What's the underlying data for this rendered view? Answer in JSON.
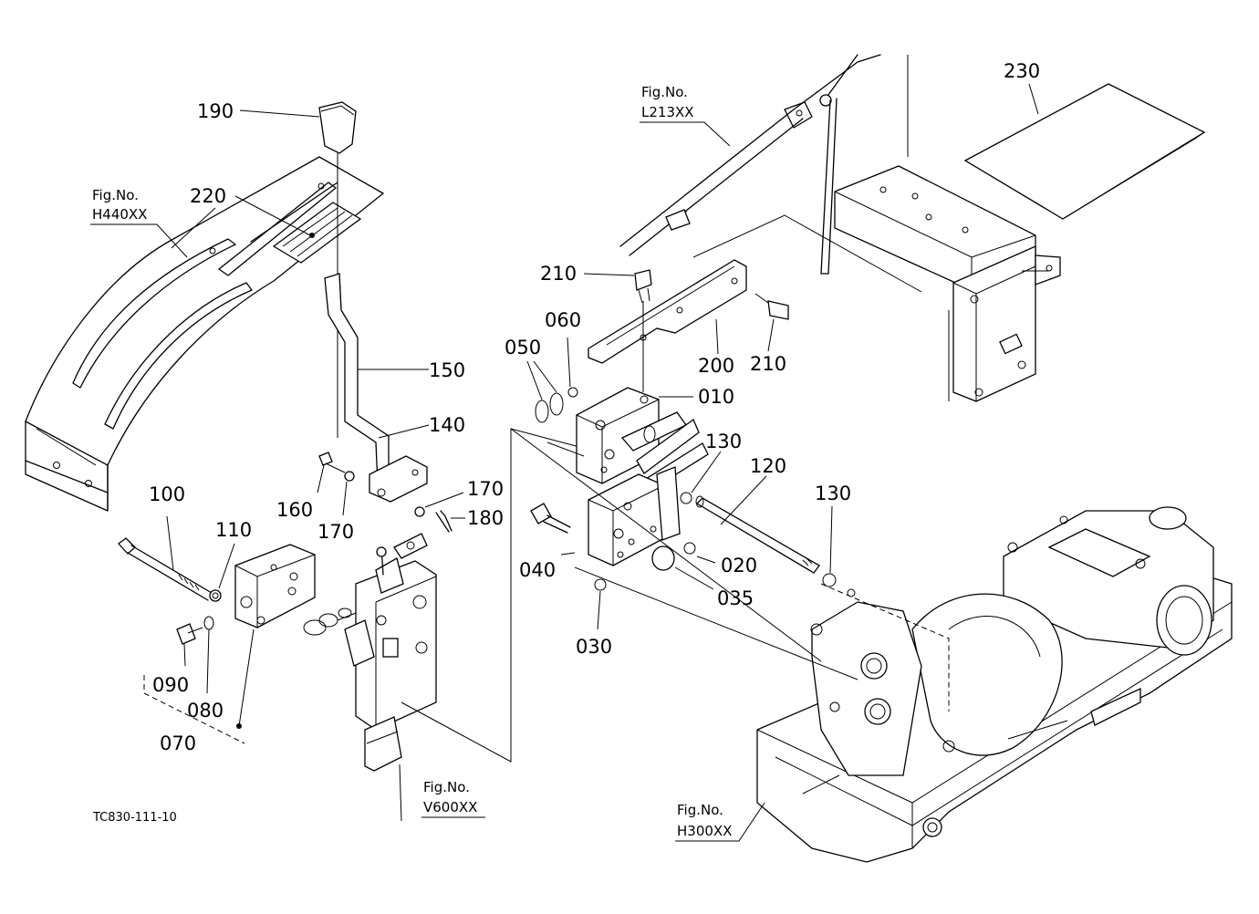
{
  "drawing_code": "TC830-111-10",
  "figure_refs": [
    {
      "id": "h440",
      "line1": "Fig.No.",
      "line2": "H440XX"
    },
    {
      "id": "l213",
      "line1": "Fig.No.",
      "line2": "L213XX"
    },
    {
      "id": "v600",
      "line1": "Fig.No.",
      "line2": "V600XX"
    },
    {
      "id": "h300",
      "line1": "Fig.No.",
      "line2": "H300XX"
    }
  ],
  "part_numbers": {
    "p010": "010",
    "p020": "020",
    "p030": "030",
    "p035": "035",
    "p040": "040",
    "p050": "050",
    "p060": "060",
    "p070": "070",
    "p080": "080",
    "p090": "090",
    "p100": "100",
    "p110": "110",
    "p120": "120",
    "p130a": "130",
    "p130b": "130",
    "p140": "140",
    "p150": "150",
    "p160": "160",
    "p170a": "170",
    "p170b": "170",
    "p180": "180",
    "p190": "190",
    "p200": "200",
    "p210a": "210",
    "p210b": "210",
    "p220": "220",
    "p230": "230"
  }
}
